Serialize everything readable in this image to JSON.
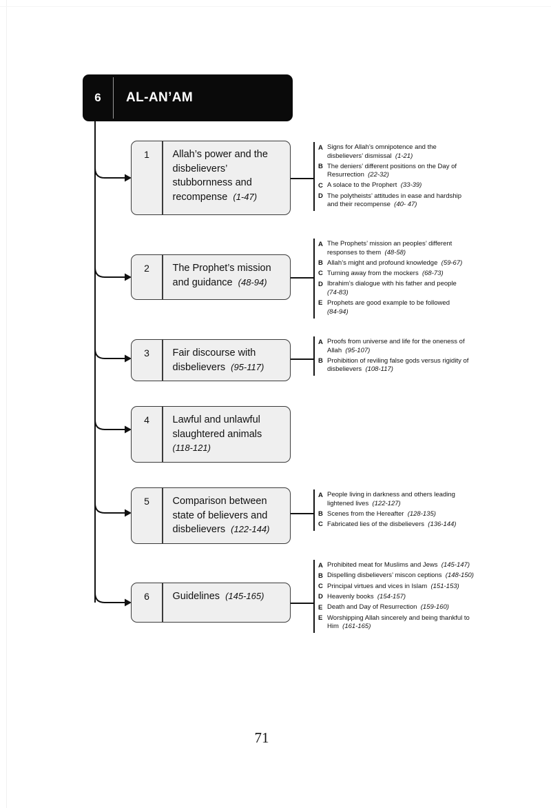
{
  "header": {
    "number": "6",
    "title": "AL-AN’AM"
  },
  "sections": [
    {
      "number": "1",
      "title": "Allah’s power and the disbelievers’ stubbornness and recompense",
      "range": "(1-47)",
      "subs": [
        {
          "letter": "A",
          "text": "Signs for Allah’s omnipotence and the disbelievers’ dismissal",
          "range": "(1-21)"
        },
        {
          "letter": "B",
          "text": "The deniers’ different positions on the Day of Resurrection",
          "range": "(22-32)"
        },
        {
          "letter": "C",
          "text": "A solace to the Prophert",
          "range": "(33-39)"
        },
        {
          "letter": "D",
          "text": "The polytheists’ attitudes in ease and hardship and their recompense",
          "range": "(40- 47)"
        }
      ]
    },
    {
      "number": "2",
      "title": "The Prophet’s mission and guidance",
      "range": "(48-94)",
      "subs": [
        {
          "letter": "A",
          "text": "The Prophets’ mission an peoples’ different responses to them",
          "range": "(48-58)"
        },
        {
          "letter": "B",
          "text": "Allah’s might and profound knowledge",
          "range": "(59-67)"
        },
        {
          "letter": "C",
          "text": "Turning away from the mockers",
          "range": "(68-73)"
        },
        {
          "letter": "D",
          "text": "Ibrahim’s dialogue with his father and people",
          "range": "(74-83)"
        },
        {
          "letter": "E",
          "text": "Prophets are good example to be followed",
          "range": "(84-94)"
        }
      ]
    },
    {
      "number": "3",
      "title": "Fair discourse with disbelievers",
      "range": "(95-117)",
      "subs": [
        {
          "letter": "A",
          "text": "Proofs from universe and life for the oneness of Allah",
          "range": "(95-107)"
        },
        {
          "letter": "B",
          "text": "Prohibition of reviling false gods versus rigidity of disbelievers",
          "range": "(108-117)"
        }
      ]
    },
    {
      "number": "4",
      "title": "Lawful and unlawful slaughtered animals",
      "range": "(118-121)",
      "subs": []
    },
    {
      "number": "5",
      "title": "Comparison between state of believers and disbelievers",
      "range": "(122-144)",
      "subs": [
        {
          "letter": "A",
          "text": "People living in darkness and others leading lightened lives",
          "range": "(122-127)"
        },
        {
          "letter": "B",
          "text": "Scenes from the Hereafter",
          "range": "(128-135)"
        },
        {
          "letter": "C",
          "text": "Fabricated lies of the disbelievers",
          "range": "(136-144)"
        }
      ]
    },
    {
      "number": "6",
      "title": "Guidelines",
      "range": "(145-165)",
      "subs": [
        {
          "letter": "A",
          "text": "Prohibited meat for Muslims and Jews",
          "range": "(145-147)"
        },
        {
          "letter": "B",
          "text": "Dispelling disbelievers’ miscon ceptions",
          "range": "(148-150)"
        },
        {
          "letter": "C",
          "text": "Principal virtues and vices in Islam",
          "range": "(151-153)"
        },
        {
          "letter": "D",
          "text": "Heavenly books",
          "range": "(154-157)"
        },
        {
          "letter": "E",
          "text": "Death and Day of Resurrection",
          "range": "(159-160)"
        },
        {
          "letter": "E",
          "text": "Worshipping Allah sincerely and being thankful to Him",
          "range": "(161-165)"
        }
      ]
    }
  ],
  "footer": {
    "page_number": "71"
  },
  "colors": {
    "header_bg": "#0a0a0a",
    "box_fill": "#efefef",
    "box_border": "#3a3a3a",
    "line": "#111111"
  }
}
